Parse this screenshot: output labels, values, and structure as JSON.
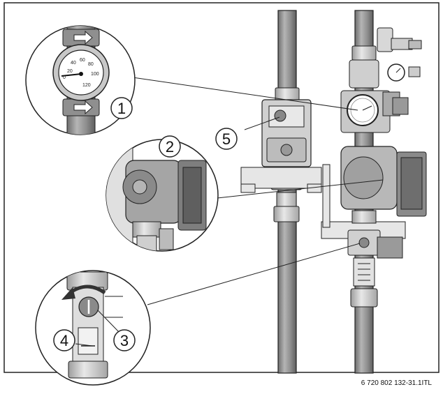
{
  "callouts": [
    {
      "id": "1",
      "label": "1"
    },
    {
      "id": "2",
      "label": "2"
    },
    {
      "id": "3",
      "label": "3"
    },
    {
      "id": "4",
      "label": "4"
    },
    {
      "id": "5",
      "label": "5"
    }
  ],
  "gauge": {
    "scale": [
      "20",
      "40",
      "60",
      "80",
      "100",
      "120",
      "0"
    ]
  },
  "figure_code": "6 720 802 132-31.1ITL",
  "colors": {
    "pipe": "#9a9a9a",
    "pipe_dark": "#707070",
    "metal": "#d4d4d4",
    "outline": "#1a1a1a"
  }
}
